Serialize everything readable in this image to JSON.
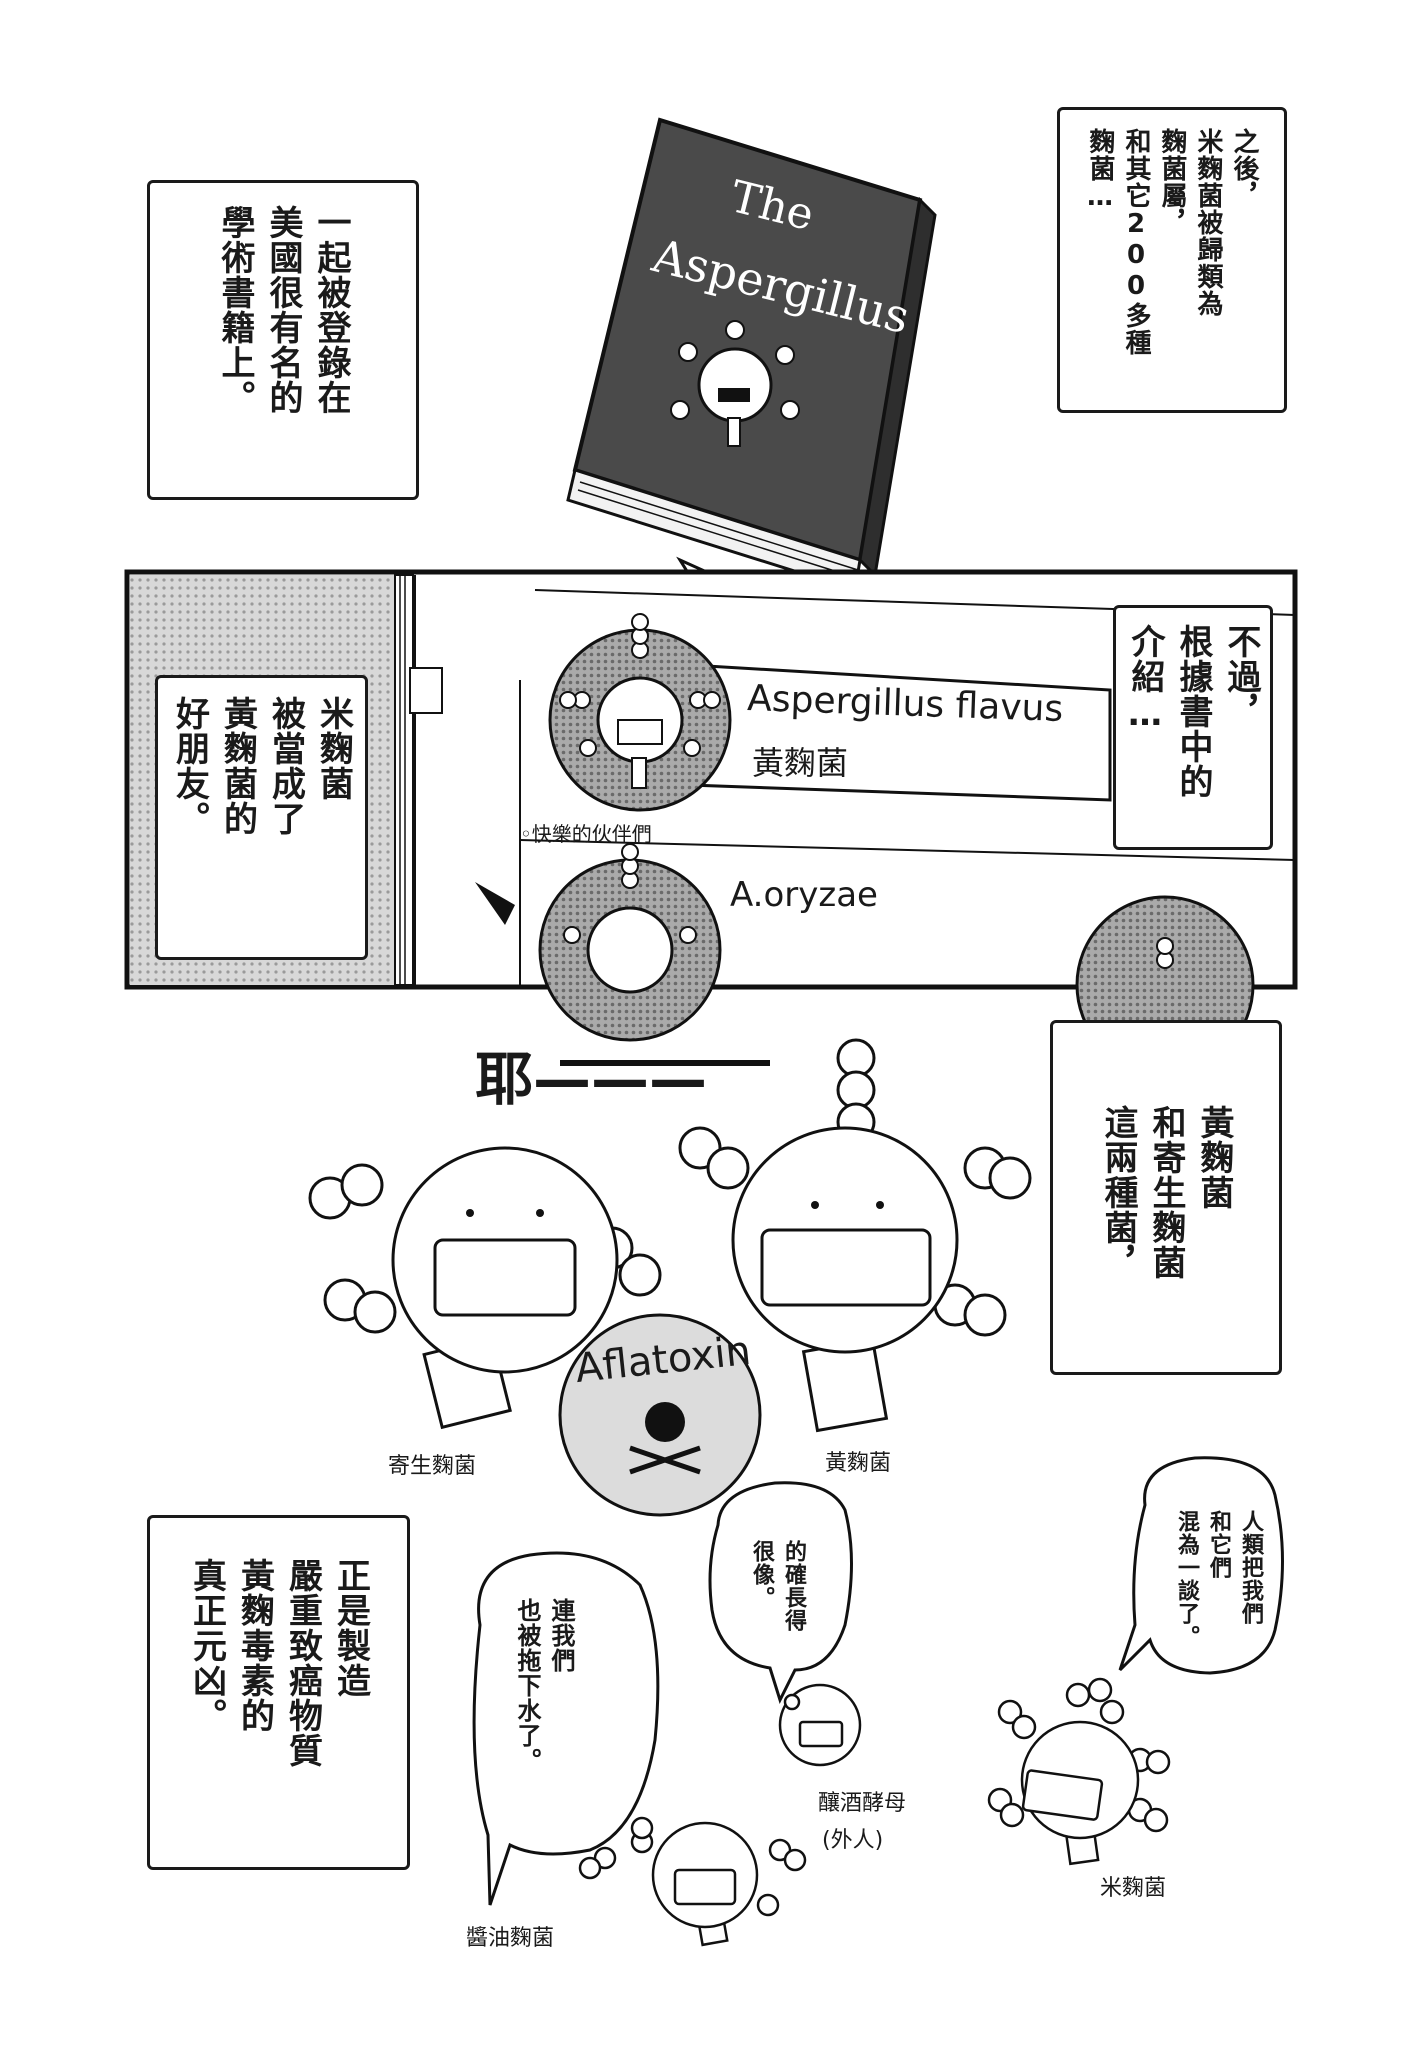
{
  "panel1": {
    "caption_left": "一起被登錄在\n美國很有名的\n學術書籍上。",
    "caption_right": "之後，\n米麴菌被歸類為\n麴菌屬，\n和其它200多種\n麴菌…",
    "book_title_line1": "The",
    "book_title_line2": "Aspergillus"
  },
  "panel2": {
    "caption_left": "米麴菌\n被當成了\n黃麴菌的\n好朋友。",
    "caption_right": "不過，\n根據書中的\n介紹…",
    "entry1_latin": "Aspergillus flavus",
    "entry1_chinese": "黃麴菌",
    "entry2_note": "◦快樂的伙伴們",
    "entry2_latin": "A.oryzae"
  },
  "panel3": {
    "shout": "耶———",
    "caption_right": "黃麴菌\n和寄生麴菌\n這兩種菌，",
    "toxin_label": "Aflatoxin",
    "label_left": "寄生麴菌",
    "label_right": "黃麴菌"
  },
  "panel4": {
    "caption_left": "正是製造\n嚴重致癌物質\n黃麴毒素的\n真正元凶。",
    "bubble_soy": "連我們\n也被拖下水了。",
    "bubble_yeast": "的確長得\n很像。",
    "bubble_koji": "人類把我們\n和它們\n混為一談了。",
    "label_soy": "醬油麴菌",
    "label_yeast": "釀酒酵母",
    "label_yeast_sub": "(外人)",
    "label_koji": "米麴菌"
  }
}
